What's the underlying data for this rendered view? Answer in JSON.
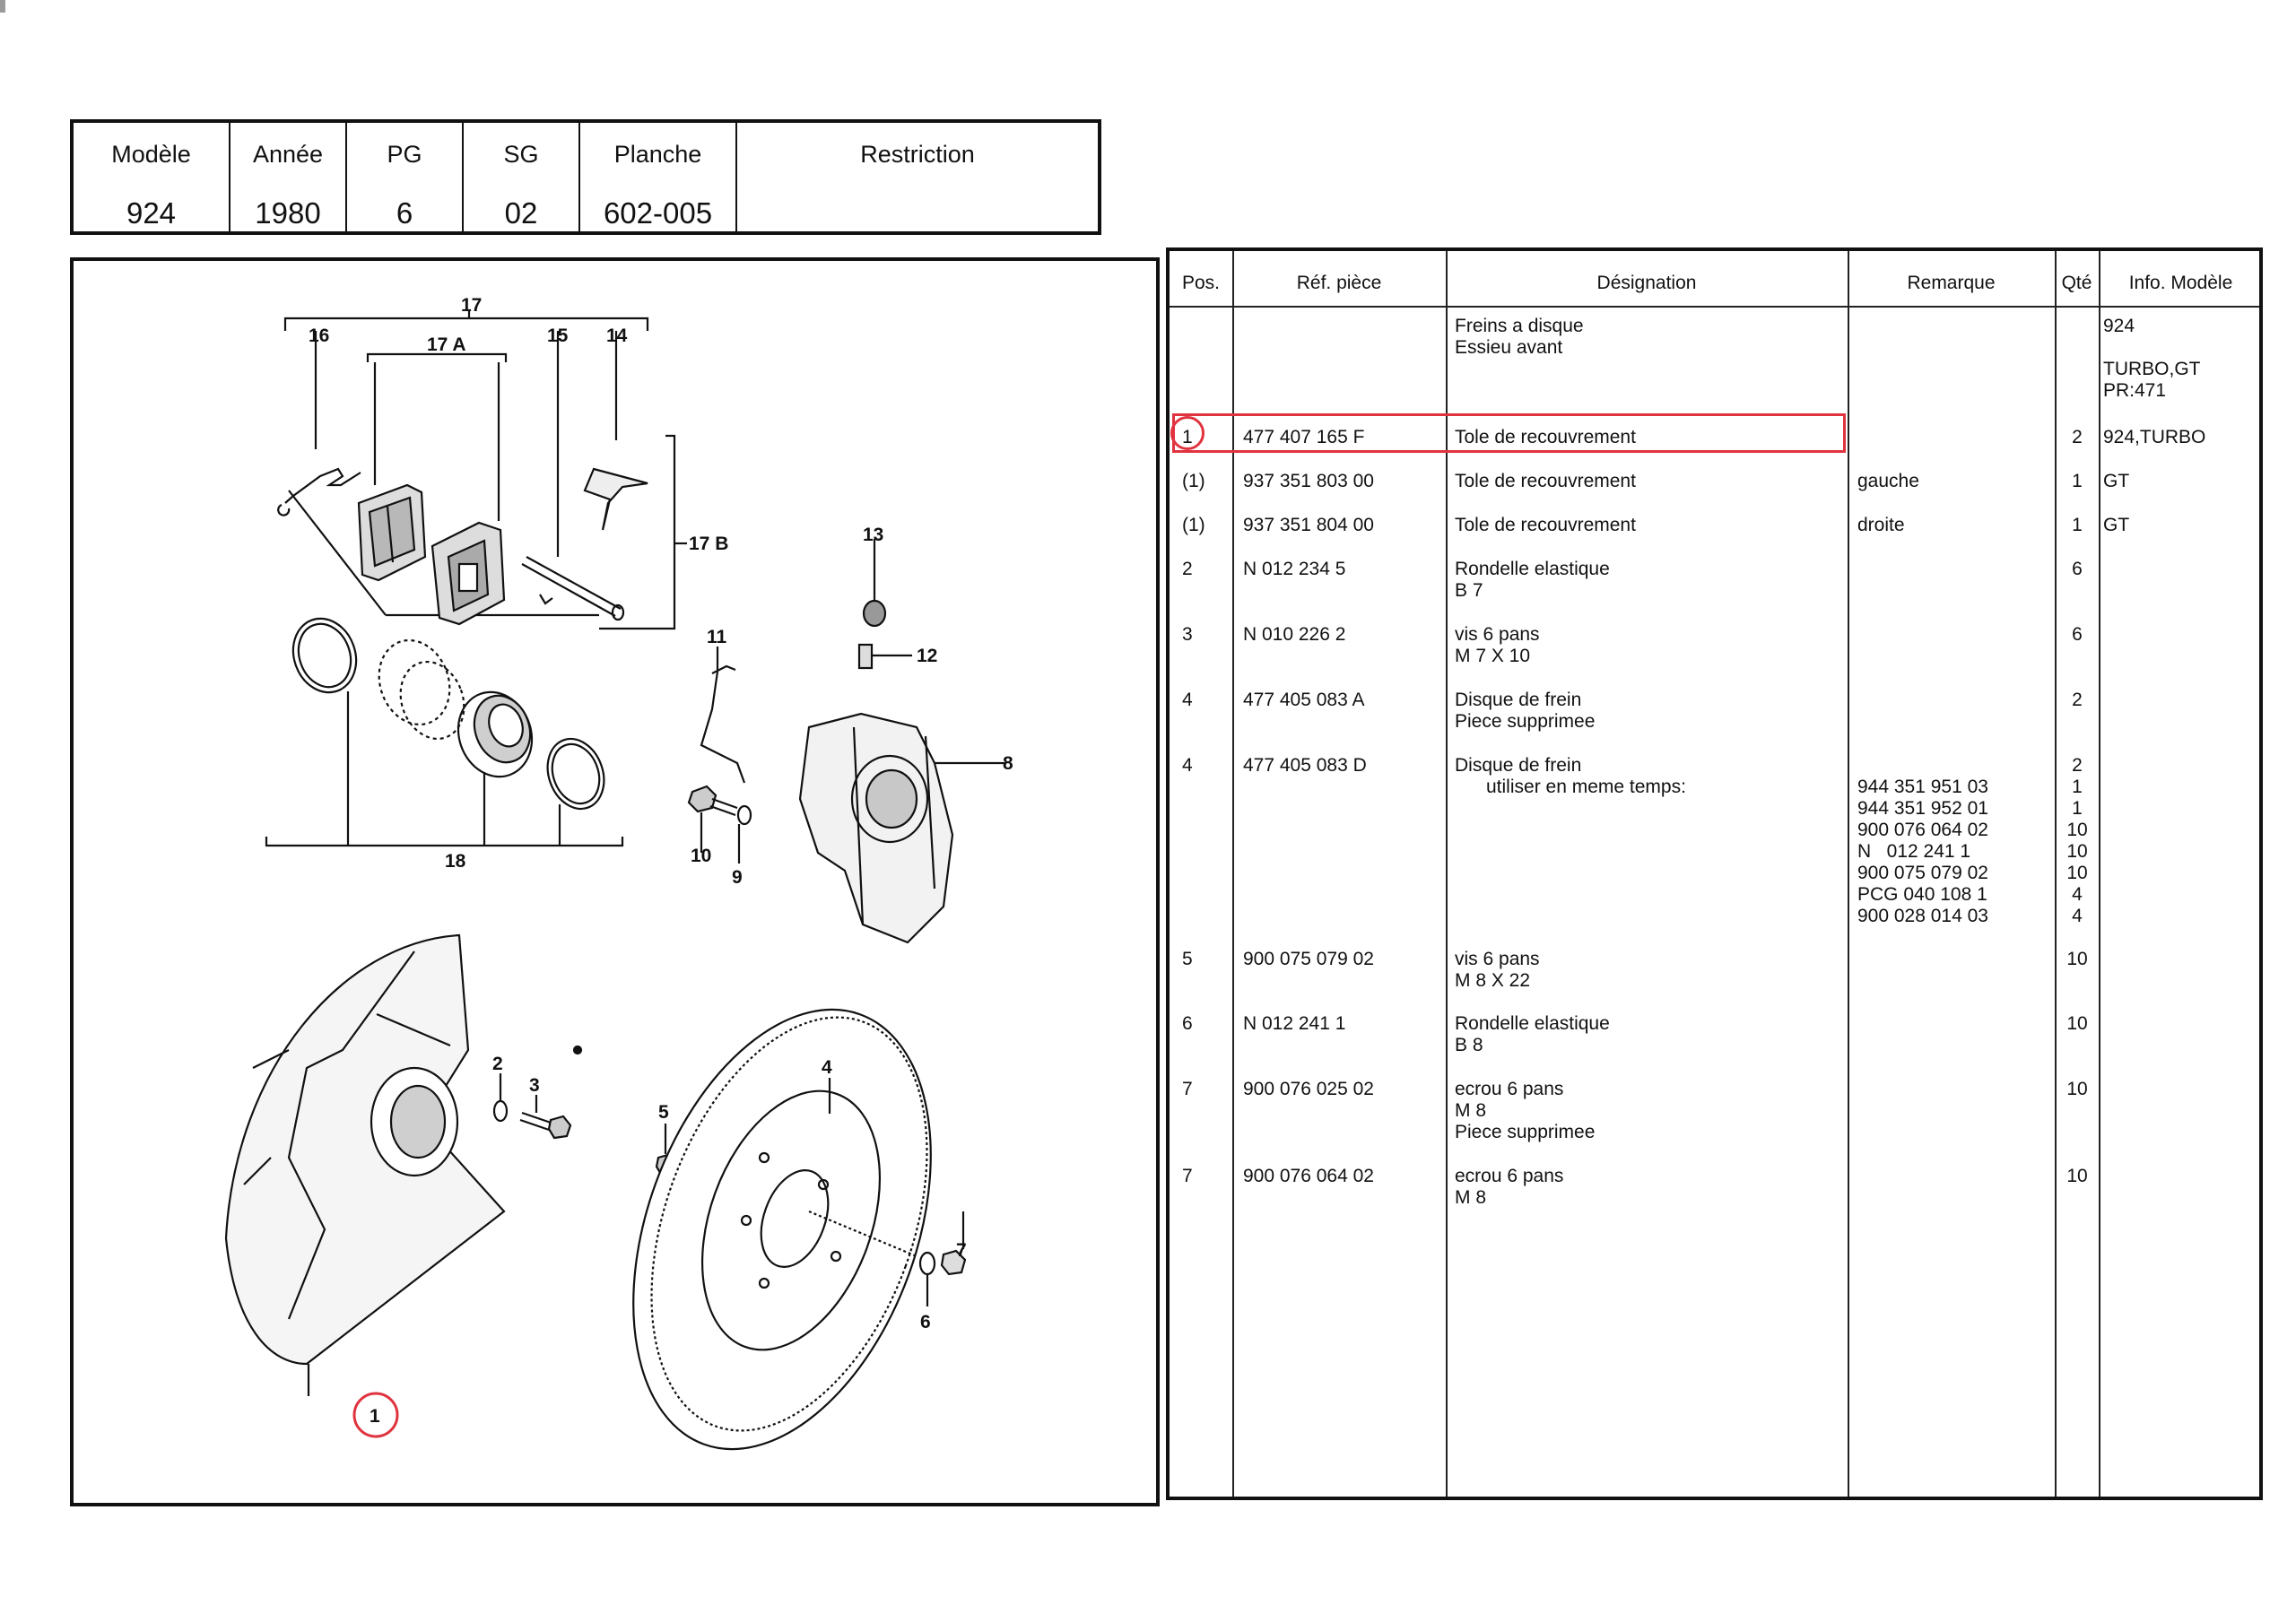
{
  "header": {
    "columns": [
      {
        "label": "Modèle",
        "value": "924"
      },
      {
        "label": "Année",
        "value": "1980"
      },
      {
        "label": "PG",
        "value": "6"
      },
      {
        "label": "SG",
        "value": "02"
      },
      {
        "label": "Planche",
        "value": "602-005"
      },
      {
        "label": "Restriction",
        "value": ""
      }
    ]
  },
  "diagram": {
    "callouts": {
      "c17": "17",
      "c17a": "17 A",
      "c16": "16",
      "c15": "15",
      "c14": "14",
      "c17b": "17 B",
      "c13": "13",
      "c12": "12",
      "c11": "11",
      "c8": "8",
      "c10": "10",
      "c9": "9",
      "c18": "18",
      "c2": "2",
      "c3": "3",
      "c4": "4",
      "c5": "5",
      "c7": "7",
      "c6": "6",
      "c1": "1"
    },
    "highlight_color": "#e0333f"
  },
  "table": {
    "headers": {
      "pos": "Pos.",
      "ref": "Réf. pièce",
      "des": "Désignation",
      "rem": "Remarque",
      "qty": "Qté",
      "info": "Info. Modèle"
    },
    "intro": {
      "designation": [
        "Freins a disque",
        "Essieu avant"
      ],
      "info": [
        "924",
        "",
        "TURBO,GT",
        "PR:471"
      ]
    },
    "rows": [
      {
        "pos": "1",
        "ref": "477 407 165 F",
        "des": [
          "Tole de recouvrement"
        ],
        "rem": [],
        "qty": [
          "2"
        ],
        "info": "924,TURBO"
      },
      {
        "pos": "(1)",
        "ref": "937 351 803 00",
        "des": [
          "Tole de recouvrement"
        ],
        "rem": [
          "gauche"
        ],
        "qty": [
          "1"
        ],
        "info": "GT"
      },
      {
        "pos": "(1)",
        "ref": "937 351 804 00",
        "des": [
          "Tole de recouvrement"
        ],
        "rem": [
          "droite"
        ],
        "qty": [
          "1"
        ],
        "info": "GT"
      },
      {
        "pos": "2",
        "ref": "N   012 234 5",
        "des": [
          "Rondelle elastique",
          "B 7"
        ],
        "rem": [],
        "qty": [
          "6"
        ],
        "info": ""
      },
      {
        "pos": "3",
        "ref": "N   010 226 2",
        "des": [
          "vis 6 pans",
          "M 7 X 10"
        ],
        "rem": [],
        "qty": [
          "6"
        ],
        "info": ""
      },
      {
        "pos": "4",
        "ref": "477 405 083 A",
        "des": [
          "Disque de frein",
          "Piece supprimee"
        ],
        "rem": [],
        "qty": [
          "2"
        ],
        "info": ""
      },
      {
        "pos": "4",
        "ref": "477 405 083 D",
        "des": [
          "Disque de frein",
          "      utiliser en meme temps:"
        ],
        "rem": [
          "944 351 951 03",
          "944 351 952 01",
          "900 076 064 02",
          "N   012 241 1",
          "900 075 079 02",
          "PCG 040 108 1",
          "900 028 014 03"
        ],
        "qty": [
          "2",
          "1",
          "1",
          "10",
          "10",
          "10",
          "4",
          "4"
        ],
        "info": ""
      },
      {
        "pos": "5",
        "ref": "900 075 079 02",
        "des": [
          "vis 6 pans",
          "M 8 X 22"
        ],
        "rem": [],
        "qty": [
          "10"
        ],
        "info": ""
      },
      {
        "pos": "6",
        "ref": "N   012 241 1",
        "des": [
          "Rondelle elastique",
          "B 8"
        ],
        "rem": [],
        "qty": [
          "10"
        ],
        "info": ""
      },
      {
        "pos": "7",
        "ref": "900 076 025 02",
        "des": [
          "ecrou 6 pans",
          "M 8",
          "Piece supprimee"
        ],
        "rem": [],
        "qty": [
          "10"
        ],
        "info": ""
      },
      {
        "pos": "7",
        "ref": "900 076 064 02",
        "des": [
          "ecrou 6 pans",
          "M 8"
        ],
        "rem": [],
        "qty": [
          "10"
        ],
        "info": ""
      }
    ]
  }
}
